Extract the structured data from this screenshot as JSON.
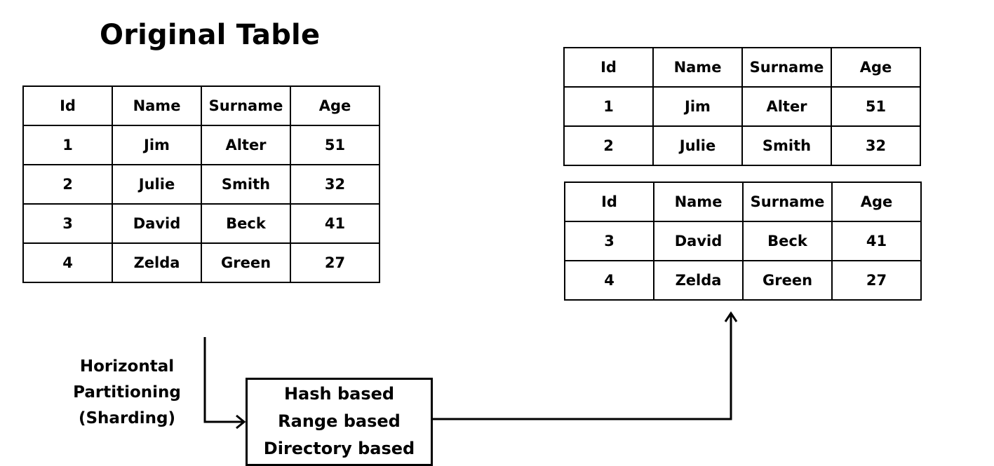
{
  "title": "Original Table",
  "columns": [
    "Id",
    "Name",
    "Surname",
    "Age"
  ],
  "original_table": {
    "rows": [
      [
        "1",
        "Jim",
        "Alter",
        "51"
      ],
      [
        "2",
        "Julie",
        "Smith",
        "32"
      ],
      [
        "3",
        "David",
        "Beck",
        "41"
      ],
      [
        "4",
        "Zelda",
        "Green",
        "27"
      ]
    ]
  },
  "shard_1": {
    "rows": [
      [
        "1",
        "Jim",
        "Alter",
        "51"
      ],
      [
        "2",
        "Julie",
        "Smith",
        "32"
      ]
    ]
  },
  "shard_2": {
    "rows": [
      [
        "3",
        "David",
        "Beck",
        "41"
      ],
      [
        "4",
        "Zelda",
        "Green",
        "27"
      ]
    ]
  },
  "partition_label": {
    "lines": [
      "Horizontal",
      "Partitioning",
      "(Sharding)"
    ]
  },
  "methods": [
    "Hash based",
    "Range based",
    "Directory based"
  ]
}
